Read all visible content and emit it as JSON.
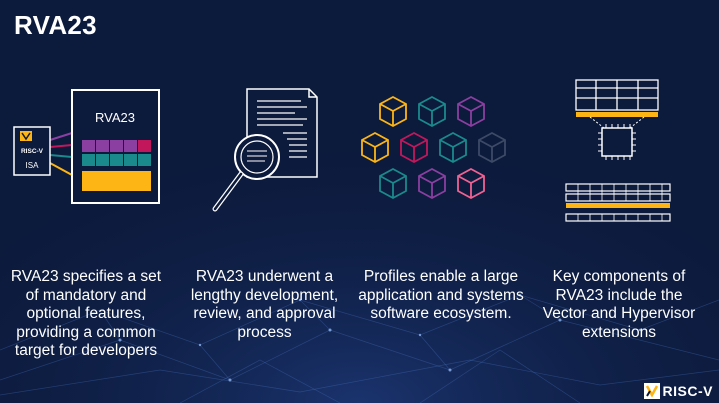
{
  "slide": {
    "title": "RVA23"
  },
  "icons": {
    "isa_badge": {
      "logo_text": "RISC-V",
      "label": "ISA"
    },
    "profile_box": {
      "label": "RVA23"
    }
  },
  "captions": [
    "RVA23 specifies a set of mandatory and optional features, providing a common target for developers",
    "RVA23 underwent a lengthy development, review, and approval process",
    "Profiles enable a large application and systems software ecosystem.",
    "Key components of RVA23 include the Vector and Hypervisor extensions"
  ],
  "footer": {
    "logo_text": "RISC-V"
  },
  "colors": {
    "background": "#0c1a3c",
    "accent_yellow": "#fdb515",
    "purple": "#8b3fa0",
    "magenta": "#c2185b",
    "teal": "#1a8a8c",
    "line_white": "#ffffff"
  }
}
